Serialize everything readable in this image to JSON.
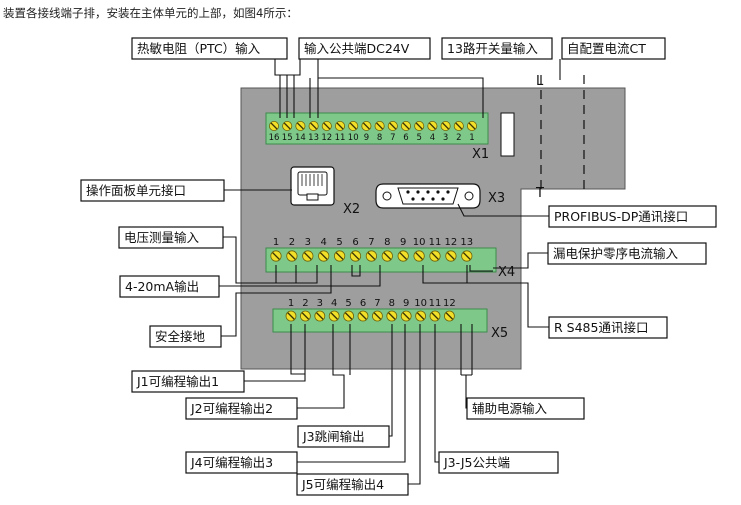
{
  "caption": "装置各接线端子排，安装在主体单元的上部，如图4所示：",
  "top_labels": {
    "ptc": "热敏电阻（PTC）输入",
    "dc24v": "输入公共端DC24V",
    "switch13": "13路开关量输入",
    "ct": "自配置电流CT"
  },
  "side_labels": {
    "panel_port": "操作面板单元接口",
    "profibus": "PROFIBUS-DP通讯接口",
    "voltage": "电压测量输入",
    "leakage": "漏电保护零序电流输入",
    "ma_out": "4-20mA输出",
    "rs485": "R S485通讯接口",
    "ground": "安全接地"
  },
  "bottom_labels": {
    "j1": "J1可编程输出1",
    "j2": "J2可编程输出2",
    "aux_power": "辅助电源输入",
    "j3": "J3跳闸输出",
    "j4": "J4可编程输出3",
    "j3j5": "J3-J5公共端",
    "j5": "J5可编程输出4"
  },
  "blocks": {
    "x1": {
      "name": "X1",
      "terminals": [
        "16",
        "15",
        "14",
        "13",
        "12",
        "11",
        "10",
        "9",
        "8",
        "7",
        "6",
        "5",
        "4",
        "3",
        "2",
        "1"
      ]
    },
    "x2": {
      "name": "X2"
    },
    "x3": {
      "name": "X3"
    },
    "x4": {
      "name": "X4",
      "terminals": [
        "1",
        "2",
        "3",
        "4",
        "5",
        "6",
        "7",
        "8",
        "9",
        "10",
        "11",
        "12",
        "13"
      ]
    },
    "x5": {
      "name": "X5",
      "terminals": [
        "1",
        "2",
        "3",
        "4",
        "5",
        "6",
        "7",
        "8",
        "9",
        "10",
        "11",
        "12"
      ]
    }
  },
  "ct_marks": {
    "l": "L",
    "t": "T"
  },
  "colors": {
    "housing": "#9e9e9e",
    "terminal_strip": "#7ec98a",
    "screw": "#f2df2a",
    "line": "#111111"
  }
}
